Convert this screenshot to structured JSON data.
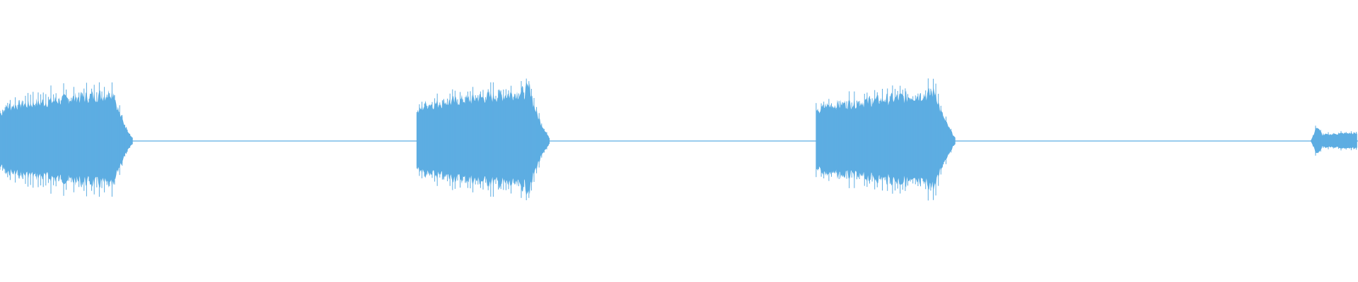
{
  "waveform": {
    "color": "#5dade2",
    "baseline_color": "#5dade2",
    "segments": [
      {
        "start": 0.0,
        "end": 0.098,
        "amplitude": 0.7
      },
      {
        "start": 0.307,
        "end": 0.405,
        "amplitude": 0.73
      },
      {
        "start": 0.601,
        "end": 0.704,
        "amplitude": 0.7
      },
      {
        "start": 0.965,
        "end": 1.0,
        "amplitude": 0.22
      }
    ]
  }
}
